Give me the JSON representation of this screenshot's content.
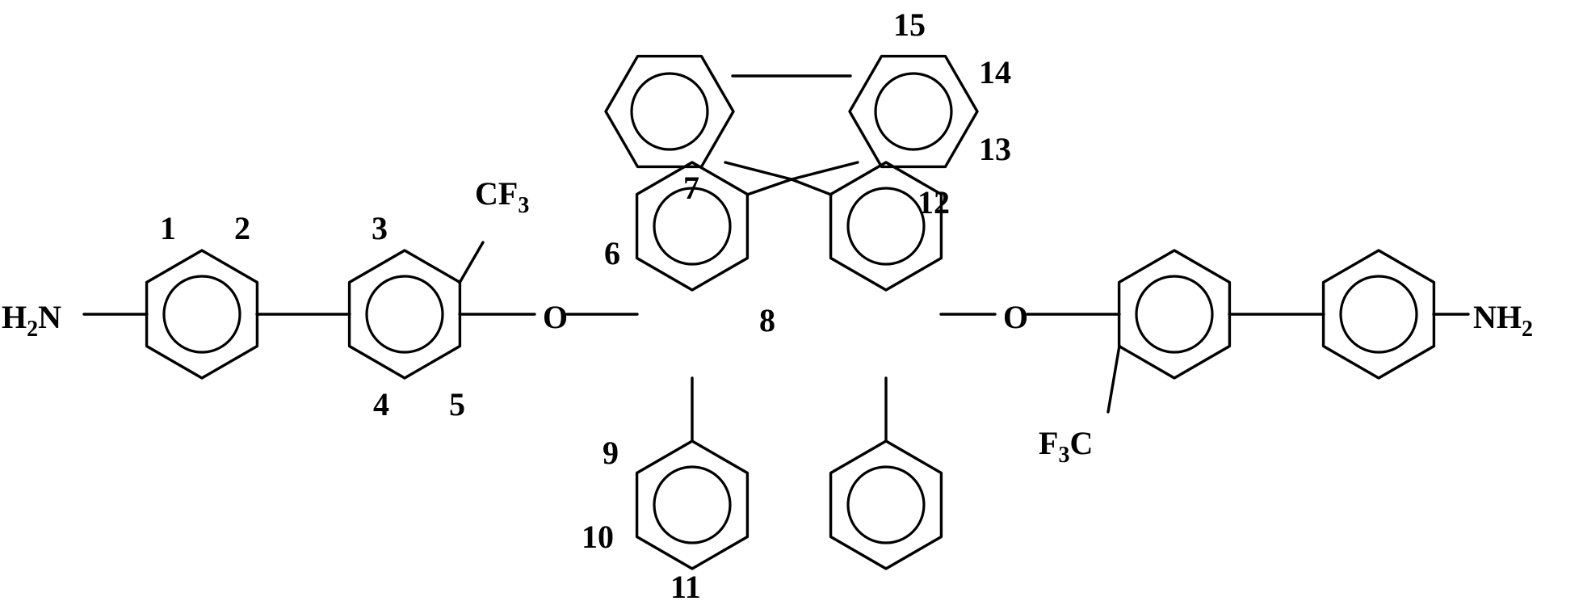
{
  "groups": {
    "amine_left": {
      "main": "H",
      "sub": "2",
      "tail": "N"
    },
    "amine_right": {
      "main": "NH",
      "sub": "2"
    },
    "cf3_top": {
      "main": "CF",
      "sub": "3"
    },
    "cf3_bottom": {
      "pre": "F",
      "sub": "3",
      "post": "C"
    },
    "oxygen_left": "O",
    "oxygen_right": "O"
  },
  "locants": [
    "1",
    "2",
    "3",
    "4",
    "5",
    "6",
    "7",
    "8",
    "9",
    "10",
    "11",
    "12",
    "13",
    "14",
    "15"
  ],
  "colors": {
    "ink": "#000000",
    "background": "#ffffff"
  }
}
